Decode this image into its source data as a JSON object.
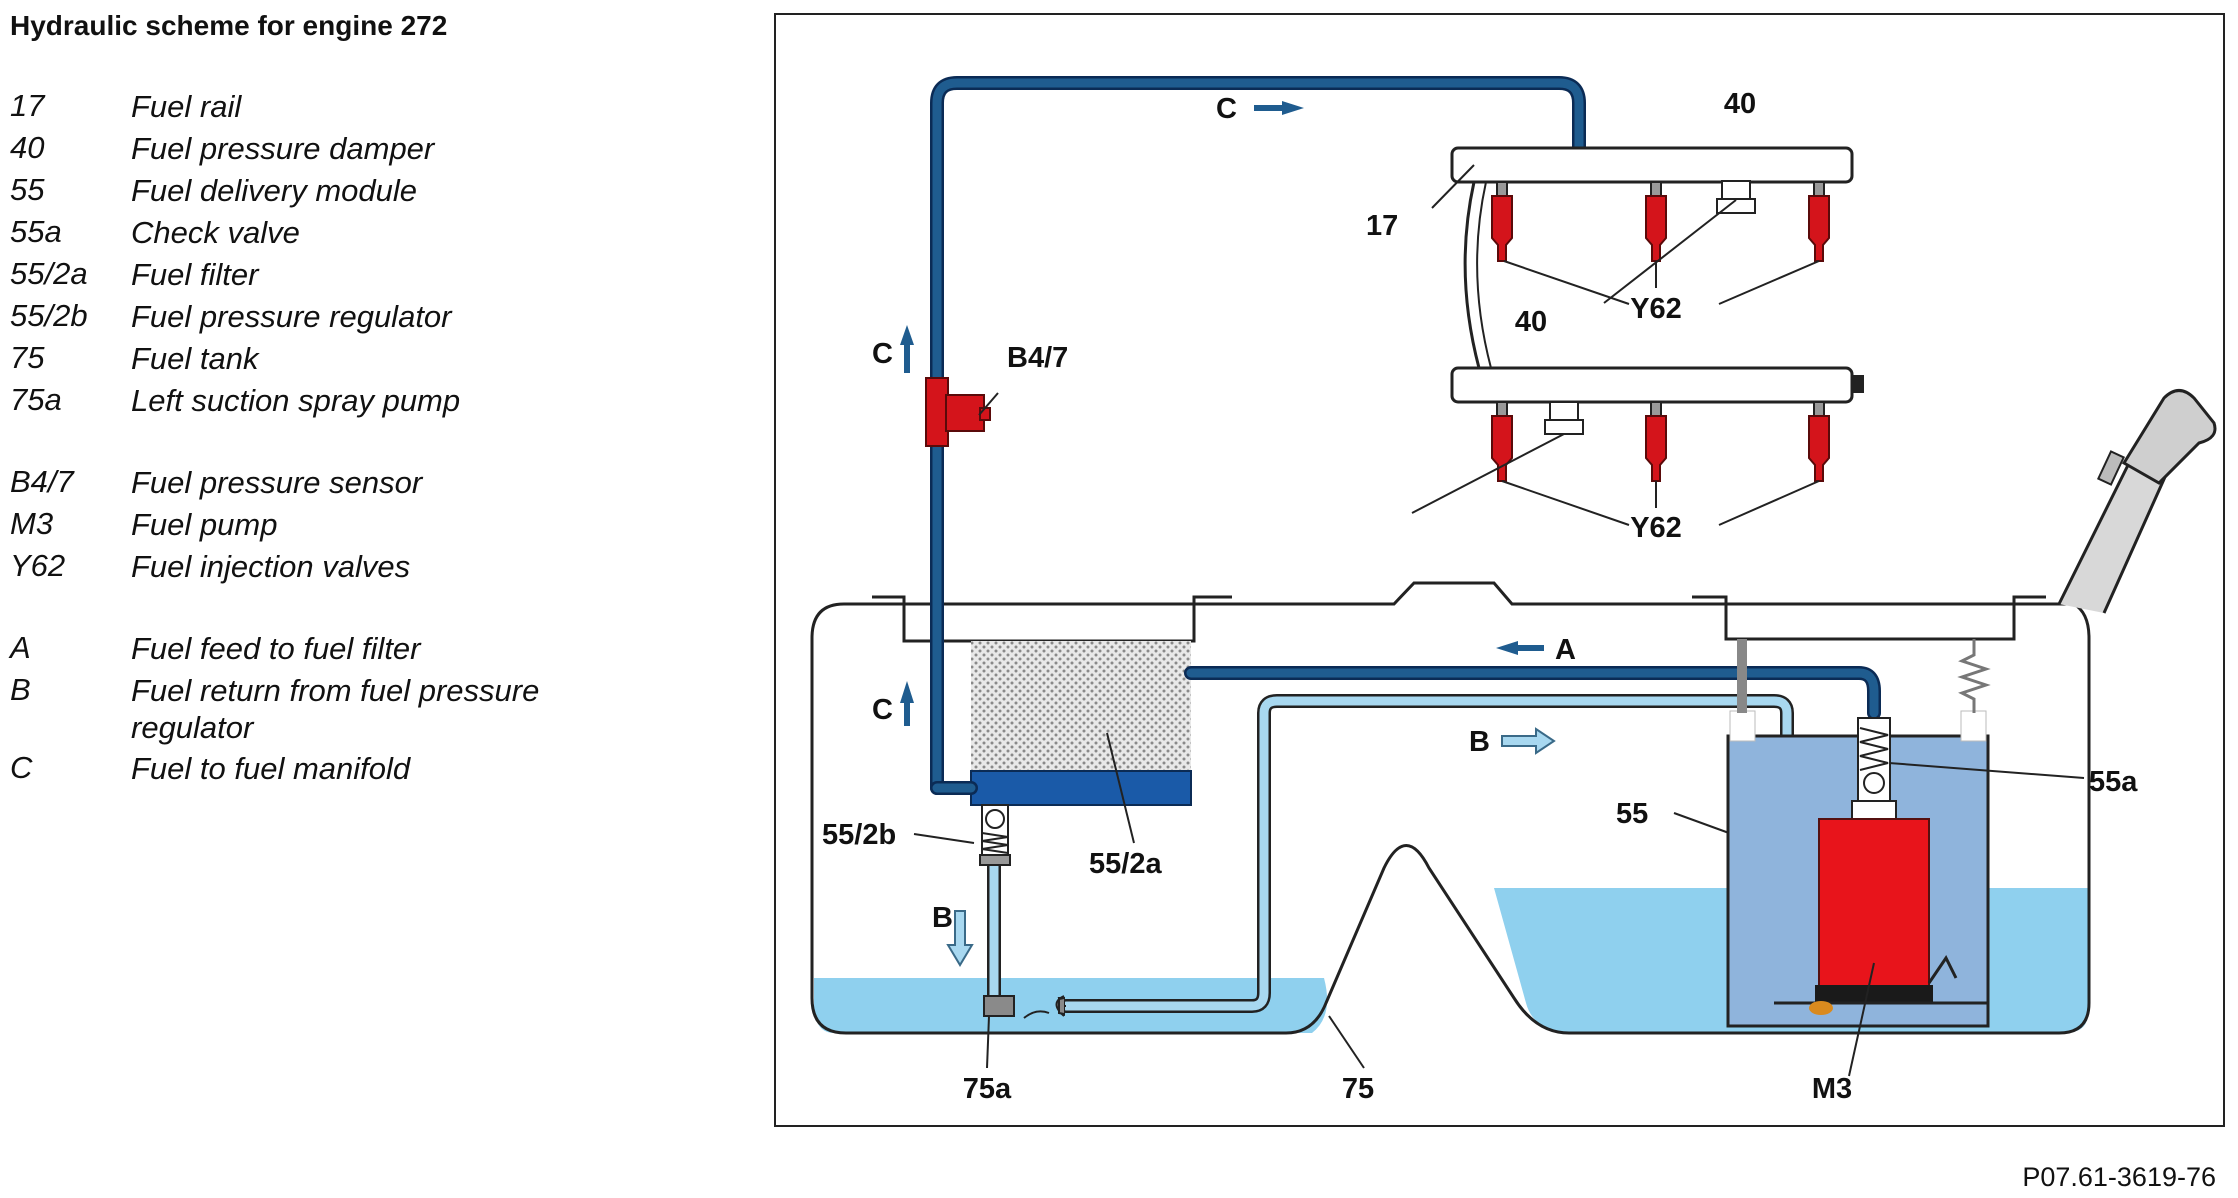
{
  "title": "Hydraulic scheme for engine 272",
  "legend": [
    {
      "code": "17",
      "desc": "Fuel rail"
    },
    {
      "code": "40",
      "desc": "Fuel pressure damper"
    },
    {
      "code": "55",
      "desc": "Fuel delivery module"
    },
    {
      "code": "55a",
      "desc": "Check valve"
    },
    {
      "code": "55/2a",
      "desc": "Fuel filter"
    },
    {
      "code": "55/2b",
      "desc": "Fuel pressure regulator"
    },
    {
      "code": "75",
      "desc": "Fuel tank"
    },
    {
      "code": "75a",
      "desc": "Left suction spray pump"
    },
    {
      "code": "B4/7",
      "desc": "Fuel pressure sensor"
    },
    {
      "code": "M3",
      "desc": "Fuel pump"
    },
    {
      "code": "Y62",
      "desc": "Fuel injection valves"
    },
    {
      "code": "A",
      "desc": "Fuel feed to fuel filter"
    },
    {
      "code": "B",
      "desc": "Fuel return from fuel pressure regulator"
    },
    {
      "code": "C",
      "desc": "Fuel to fuel manifold"
    }
  ],
  "diagram_labels": {
    "c_top": "C",
    "c_left": "C",
    "c_tank": "C",
    "a": "A",
    "b_right": "B",
    "b_down": "B",
    "b47": "B4/7",
    "r17": "17",
    "r40_top": "40",
    "r40_bottom": "40",
    "y62_top": "Y62",
    "y62_bottom": "Y62",
    "r55": "55",
    "r55a": "55a",
    "r55_2a": "55/2a",
    "r55_2b": "55/2b",
    "r75a": "75a",
    "r75": "75",
    "m3": "M3"
  },
  "figure_ref": "P07.61-3619-76",
  "colors": {
    "feed_line": "#1f5c8f",
    "return_line": "#a8d8f0",
    "fuel": "#8fd0ee",
    "module_fuel": "#8fb4dc",
    "pump": "#e8141b",
    "injector": "#d4141b",
    "filter_base": "#1a5aa8"
  },
  "icons": [
    "arrow-right-icon",
    "arrow-left-icon",
    "arrow-up-icon",
    "arrow-down-icon"
  ]
}
